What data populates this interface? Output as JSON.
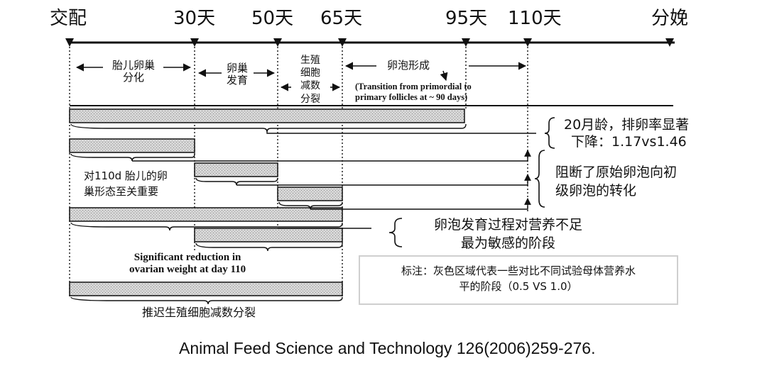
{
  "milestones": {
    "mating": "交配",
    "d30": "30天",
    "d50": "50天",
    "d65": "65天",
    "d95": "95天",
    "d110": "110天",
    "farrowing": "分娩"
  },
  "stages": {
    "fetal_ovary_differentiation": [
      "胎儿卵巢",
      "分化"
    ],
    "ovary_development": [
      "卵巢",
      "发育"
    ],
    "germ_cell_meiosis": [
      "生殖",
      "细胞",
      "减数",
      "分裂"
    ],
    "follicle_formation": "卵泡形成",
    "transition_note": [
      "(Transition from primordial to",
      "primary follicles at ~ 90 days)"
    ]
  },
  "annotations": {
    "morphology_110d": [
      "对110d 胎儿的卵",
      "巢形态至关重要"
    ],
    "ovarian_weight": [
      "Significant reduction in",
      "ovarian weight at day 110"
    ],
    "delay_meiosis": "推迟生殖细胞减数分裂",
    "ovulation_decrease": [
      "20月龄，排卵率显著",
      "下降：1.17vs1.46"
    ],
    "block_transition": [
      "阻断了原始卵泡向初",
      "级卵泡的转化"
    ],
    "most_sensitive": [
      "卵泡发育过程对营养不足",
      "最为敏感的阶段"
    ]
  },
  "note": [
    "标注：灰色区域代表一些对比不同试验母体营养水",
    "平的阶段（0.5 VS 1.0）"
  ],
  "citation": "Animal Feed Science and Technology 126(2006)259-276.",
  "colors": {
    "line": "#111111",
    "bar_fill": "#d4d4d4",
    "note_border": "#cfcfcf"
  }
}
